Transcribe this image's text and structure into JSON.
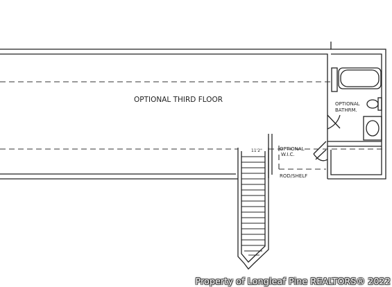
{
  "labels": {
    "room_main": "OPTIONAL THIRD FLOOR",
    "bath_line1": "OPTIONAL",
    "bath_line2": "BATHRM.",
    "wic_line1": "OPTIONAL",
    "wic_line2": "W.I.C.",
    "rod_shelf": "ROD/SHELF",
    "stair_note": "11'2\""
  },
  "watermark": "Property of Longleaf Pine REALTORS® 2022"
}
